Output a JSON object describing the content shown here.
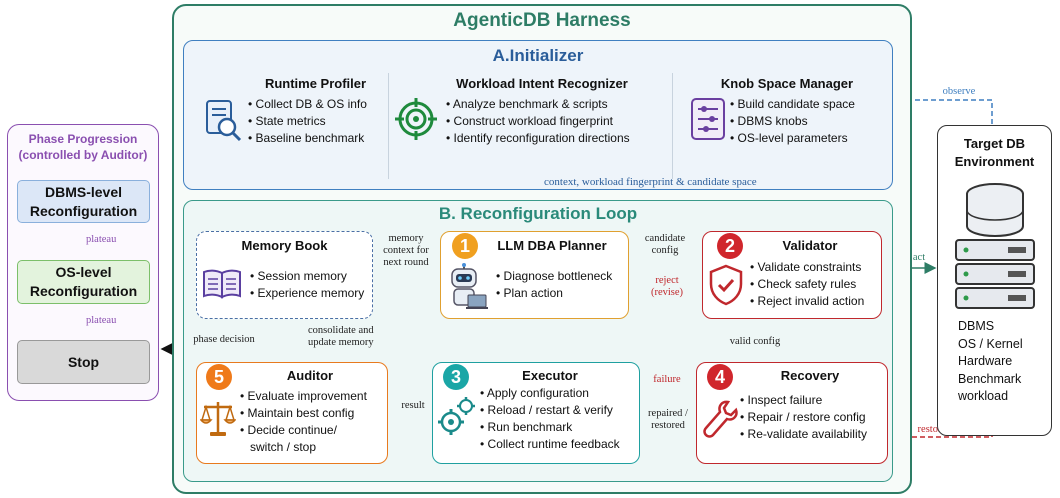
{
  "harness": {
    "title": "AgenticDB Harness"
  },
  "initializer": {
    "title": "A.Initializer",
    "profiler": {
      "title": "Runtime Profiler",
      "items": [
        "Collect DB & OS info",
        "State metrics",
        "Baseline benchmark"
      ]
    },
    "recognizer": {
      "title": "Workload Intent Recognizer",
      "items": [
        "Analyze benchmark & scripts",
        "Construct workload fingerprint",
        "Identify reconfiguration directions"
      ]
    },
    "knob_manager": {
      "title": "Knob Space Manager",
      "items": [
        "Build candidate space",
        "DBMS knobs",
        "OS-level parameters"
      ]
    }
  },
  "init_to_loop_label": "context, workload fingerprint & candidate space",
  "loop": {
    "title": "B. Reconfiguration Loop",
    "memory_book": {
      "title": "Memory Book",
      "items": [
        "Session memory",
        "Experience memory"
      ]
    },
    "planner": {
      "number": "1",
      "title": "LLM DBA Planner",
      "items": [
        "Diagnose bottleneck",
        "Plan action"
      ]
    },
    "validator": {
      "number": "2",
      "title": "Validator",
      "items": [
        "Validate constraints",
        "Check safety rules",
        "Reject invalid action"
      ]
    },
    "executor": {
      "number": "3",
      "title": "Executor",
      "items": [
        "Apply configuration",
        "Reload / restart & verify",
        "Run benchmark",
        "Collect runtime feedback"
      ]
    },
    "recovery": {
      "number": "4",
      "title": "Recovery",
      "items": [
        "Inspect failure",
        "Repair / restore config",
        "Re-validate availability"
      ]
    },
    "auditor": {
      "number": "5",
      "title": "Auditor",
      "items": [
        "Evaluate improvement",
        "Maintain best config",
        "Decide continue/",
        "switch / stop"
      ]
    }
  },
  "edges": {
    "memory_to_planner": [
      "memory",
      "context for",
      "next round"
    ],
    "candidate_config": [
      "candidate",
      "config"
    ],
    "reject_revise": [
      "reject",
      "(revise)"
    ],
    "valid_config": "valid config",
    "failure": "failure",
    "repaired_restored": [
      "repaired /",
      "restored"
    ],
    "result": "result",
    "consolidate": [
      "consolidate and",
      "update memory"
    ],
    "phase_decision": "phase decision",
    "act": "act",
    "observe": "observe",
    "restore_service": "restore service",
    "plateau_1": "plateau",
    "plateau_2": "plateau"
  },
  "phase": {
    "title_line1": "Phase Progression",
    "title_line2": "(controlled by Auditor)",
    "dbms_line1": "DBMS-level",
    "dbms_line2": "Reconfiguration",
    "os_line1": "OS-level",
    "os_line2": "Reconfiguration",
    "stop": "Stop"
  },
  "target": {
    "title_line1": "Target DB",
    "title_line2": "Environment",
    "items": [
      "DBMS",
      "OS / Kernel",
      "Hardware",
      "Benchmark",
      "workload"
    ]
  },
  "colors": {
    "harness": "#2e7d66",
    "initializer": "#3f7fc0",
    "loop": "#3a9a8a",
    "memory": "#4a6fa5",
    "planner": "#e0a030",
    "validator": "#c0282d",
    "executor": "#1fa0a0",
    "recovery": "#c0282d",
    "auditor": "#e87a1e",
    "phase": "#8a4fb0",
    "reject": "#c0282d"
  }
}
